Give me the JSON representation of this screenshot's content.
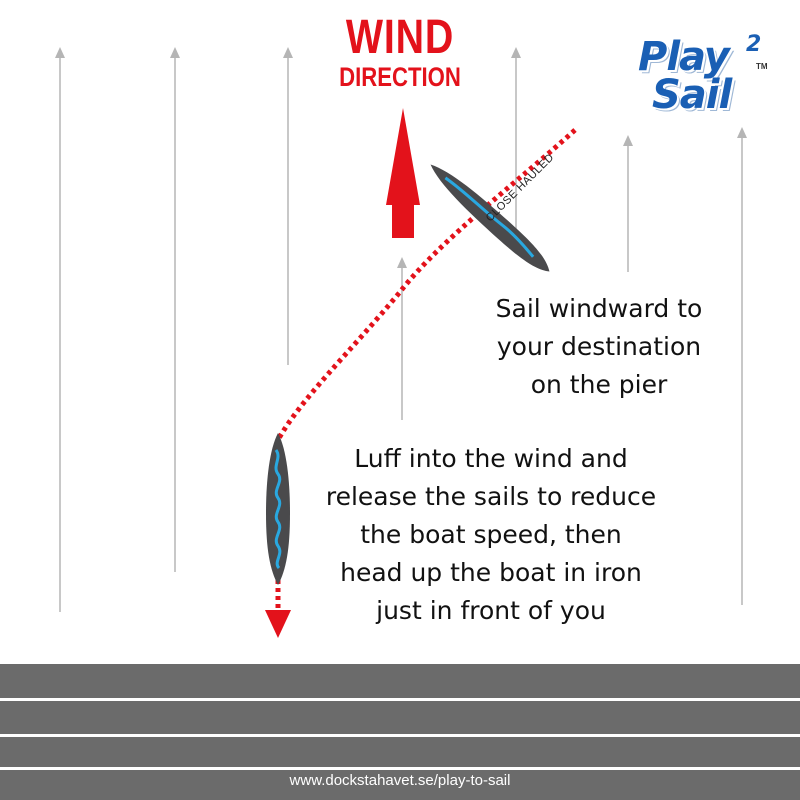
{
  "wind": {
    "line1": "WIND",
    "line2": "DIRECTION"
  },
  "logo": {
    "word1": "Play",
    "superscript": "2",
    "word2": "Sail",
    "trademark": "TM"
  },
  "labels": {
    "close_hauled": "CLOSE HAULED"
  },
  "text": {
    "windward": [
      "Sail windward to",
      "your destination",
      "on the pier"
    ],
    "luff": [
      "Luff into the wind and",
      "release the sails to reduce",
      "the boat speed,  then",
      "head up the boat in iron",
      "just in front of you"
    ]
  },
  "footer": {
    "url": "www.dockstahavet.se/play-to-sail"
  },
  "colors": {
    "red": "#e3121b",
    "blue_logo": "#1a5fb4",
    "sail_blue": "#29a8e0",
    "hull": "#4a4a4c",
    "pier": "#6b6b6b",
    "wind_lines": "#b5b5b5"
  },
  "icons": {
    "wind_arrow": "up-arrow-icon",
    "stop_arrow": "down-arrow-icon",
    "boat": "sailboat-icon"
  }
}
